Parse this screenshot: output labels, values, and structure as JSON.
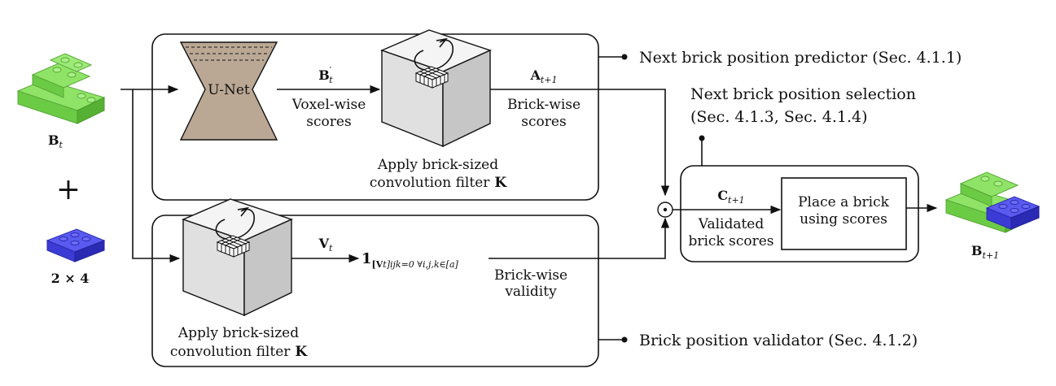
{
  "labels": {
    "input_brick": "B",
    "input_brick_sub": "t",
    "plus": "+",
    "brick_type": "2 × 4",
    "unet": "U-Net",
    "b_prime": "B",
    "b_prime_sub": "t",
    "voxel_scores_1": "Voxel-wise",
    "voxel_scores_2": "scores",
    "conv_top_1": "Apply brick-sized",
    "conv_top_2": "convolution filter",
    "kernel": "K",
    "a_var": "A",
    "a_sub": "t+1",
    "brickwise_scores_1": "Brick-wise",
    "brickwise_scores_2": "scores",
    "predictor_label": "Next brick position predictor (Sec. 4.1.1)",
    "selection_label_1": "Next brick position selection",
    "selection_label_2": "(Sec. 4.1.3, Sec. 4.1.4)",
    "hadamard": "⊙",
    "c_var": "C",
    "c_sub": "t+1",
    "validated_1": "Validated",
    "validated_2": "brick scores",
    "place_1": "Place a brick",
    "place_2": "using scores",
    "output_brick": "B",
    "output_brick_sub": "t+1",
    "v_var": "V",
    "v_sub": "t",
    "indicator": "𝟏",
    "indicator_sub_v": "[V",
    "indicator_sub_rest": "t]ijk=0 ∀i,j,k∈[a]",
    "validity_1": "Brick-wise",
    "validity_2": "validity",
    "conv_bot_1": "Apply brick-sized",
    "conv_bot_2": "convolution filter",
    "validator_label": "Brick position validator (Sec. 4.1.2)"
  },
  "colors": {
    "unet_fill": "#bba894",
    "cube_top": "#f4f4f4",
    "cube_left": "#e0e0e0",
    "cube_right": "#c6c6c6",
    "green_brick": "#7ed957",
    "blue_brick": "#3b3bd6"
  }
}
